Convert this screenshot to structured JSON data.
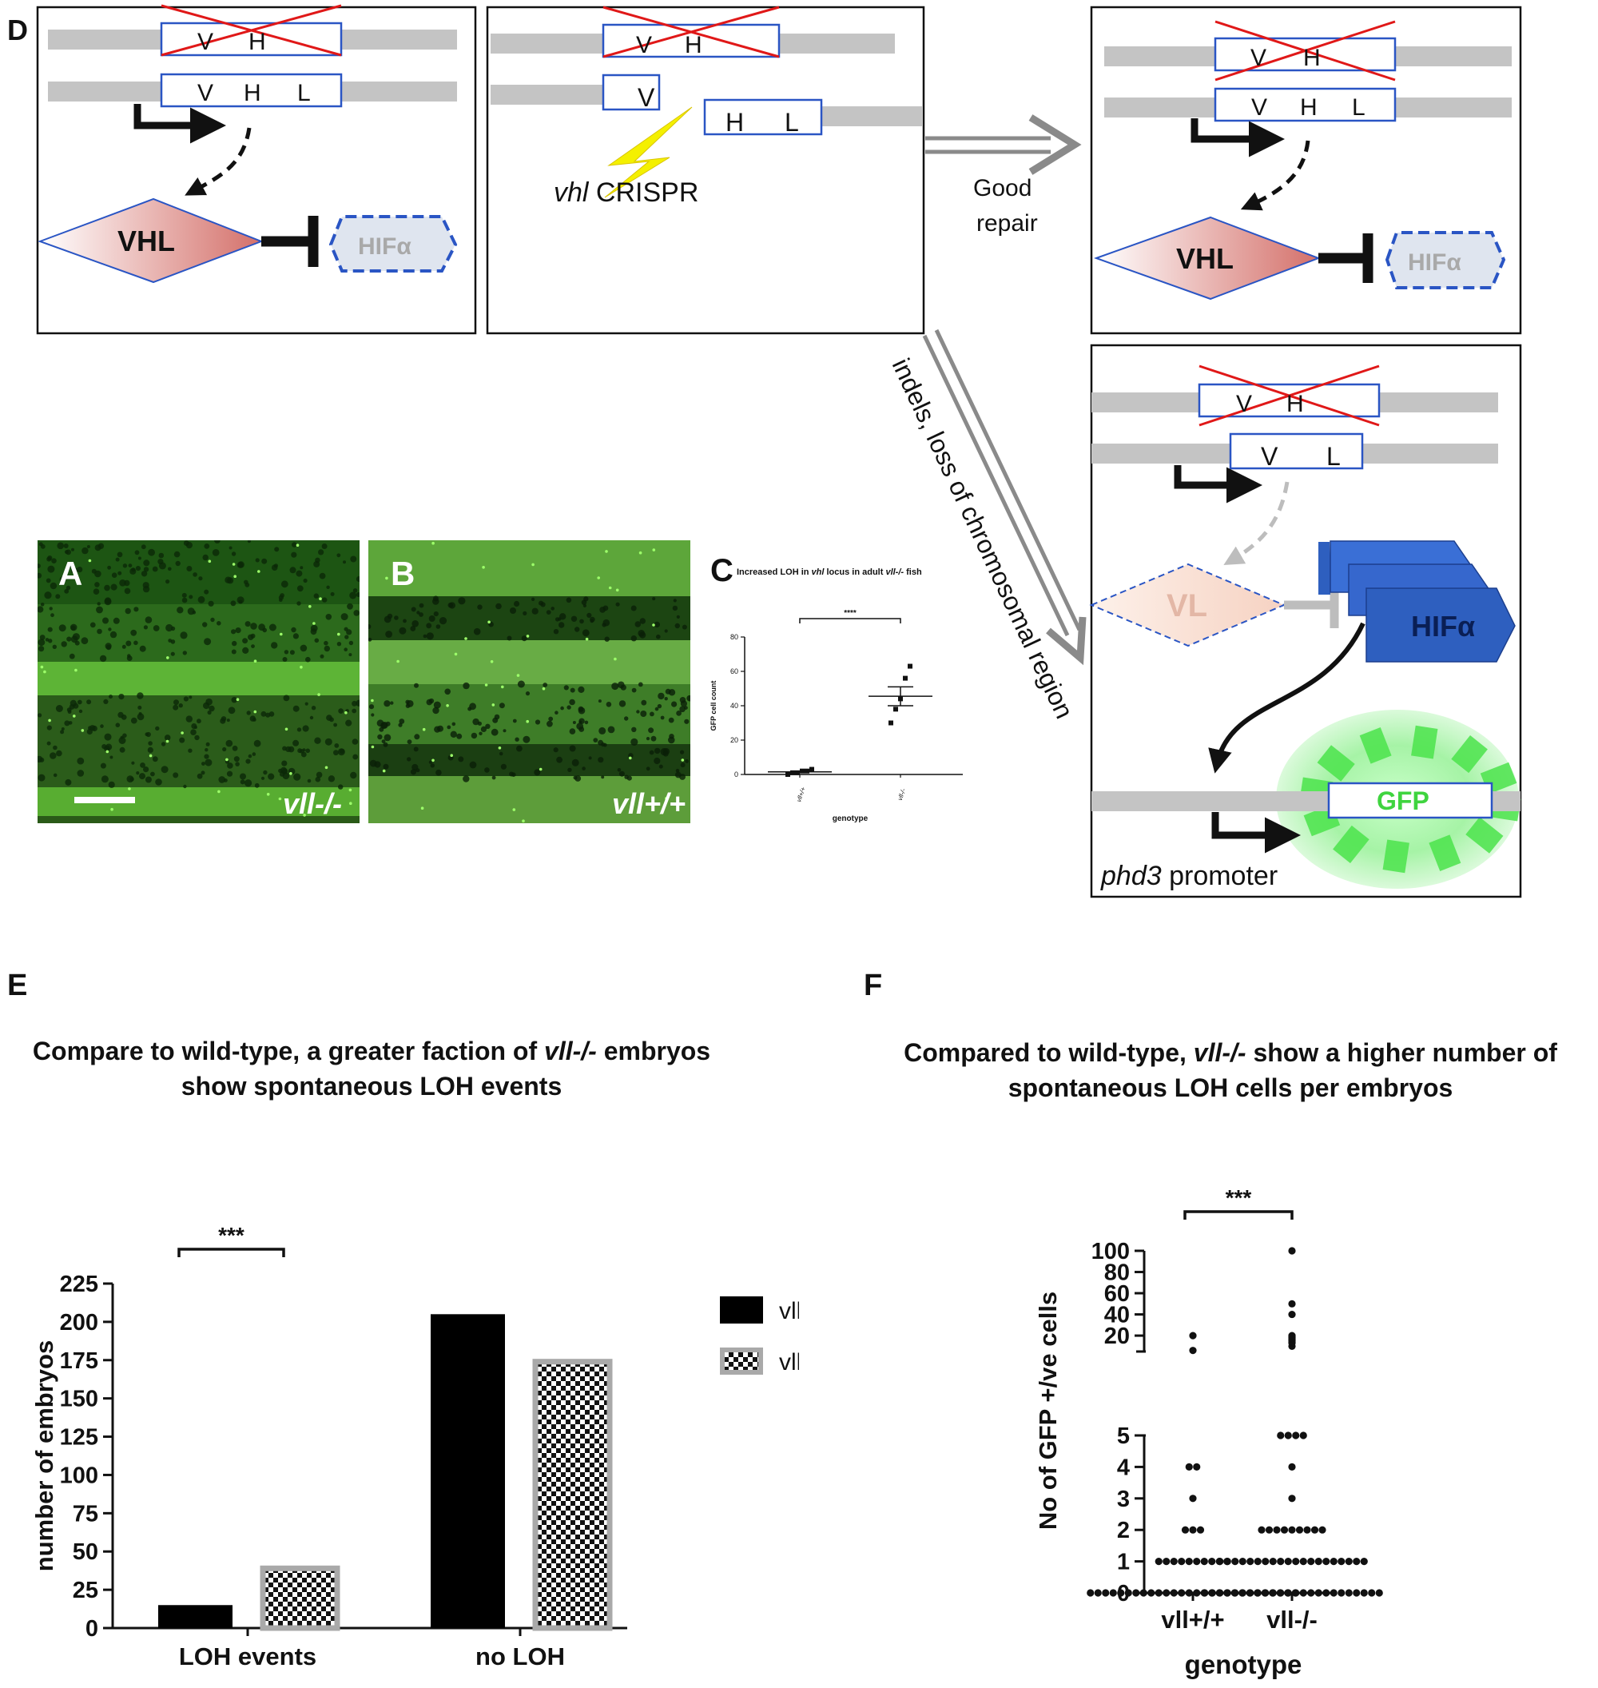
{
  "panel_labels": {
    "a": "A",
    "b": "B",
    "c": "C",
    "d": "D",
    "e": "E",
    "f": "F"
  },
  "diagram_d": {
    "letter_v": "V",
    "letter_h": "H",
    "letter_l": "L",
    "protein_vhl": "VHL",
    "protein_hif": "HIFα",
    "protein_vl": "VL",
    "crispr_italic": "vhl",
    "crispr_text": " CRISPR",
    "good_repair": [
      "Good",
      "repair"
    ],
    "indels_label": "indels, loss of chromosomal region",
    "gfp": "GFP",
    "promoter_italic": "phd3",
    "promoter_text": " promoter"
  },
  "micrographs": {
    "a": {
      "genotype": "vll-/-"
    },
    "b": {
      "genotype": "vll+/+"
    }
  },
  "colors": {
    "fluorescence_green": "#1f7a14",
    "vhl_fill": "#d4706a",
    "hif_fill": "#2e5fbf",
    "gfp_green": "#4be34b",
    "chromatin_grey": "#c4c4c4",
    "box_blue": "#2a55c4",
    "cross_red": "#e01818",
    "crispr_yellow": "#f4f000"
  },
  "chart_data": [
    {
      "panel": "C",
      "type": "scatter",
      "title_parts": [
        "Increased LOH in ",
        "vhl",
        " locus in adult ",
        "vll-/-",
        " fish"
      ],
      "ylabel": "GFP cell count",
      "xlabel": "genotype",
      "categories": [
        "vll+/+",
        "vll-/-"
      ],
      "yticks": [
        0,
        20,
        40,
        60,
        80
      ],
      "ylim": [
        0,
        80
      ],
      "series": [
        {
          "category": "vll+/+",
          "values": [
            0,
            1,
            1,
            2,
            2,
            3
          ],
          "mean": 1.5
        },
        {
          "category": "vll-/-",
          "values": [
            30,
            38,
            44,
            56,
            63
          ],
          "mean": 45.5,
          "error": 5.5
        }
      ],
      "significance": "****"
    },
    {
      "panel": "E",
      "type": "bar",
      "title_parts": [
        "Compare to wild-type, a greater faction of ",
        "vll-/-",
        " embryos",
        "show spontaneous LOH events"
      ],
      "ylabel": "number of embryos",
      "xlabel": "",
      "categories": [
        "LOH events",
        "no LOH"
      ],
      "series": [
        {
          "name": "vll+/+",
          "values": [
            15,
            205
          ]
        },
        {
          "name": "vll-/-",
          "values": [
            39,
            174
          ]
        }
      ],
      "ylim": [
        0,
        225
      ],
      "yticks": [
        0,
        25,
        50,
        75,
        100,
        125,
        150,
        175,
        200,
        225
      ],
      "significance": "***",
      "legend_position": "right"
    },
    {
      "panel": "F",
      "type": "scatter",
      "title_parts": [
        "Compared to wild-type, ",
        "vll-/-",
        " show a higher number of",
        "spontaneous LOH cells per embryos"
      ],
      "ylabel": "No of GFP +/ve cells",
      "xlabel": "genotype",
      "categories": [
        "vll+/+",
        "vll-/-"
      ],
      "axis_segments": {
        "lower": [
          0,
          5
        ],
        "upper": [
          5,
          100
        ]
      },
      "yticks_lower": [
        0,
        1,
        2,
        3,
        4,
        5
      ],
      "yticks_upper": [
        20,
        40,
        60,
        80,
        100
      ],
      "series": [
        {
          "category": "vll+/+",
          "values": [
            20,
            6,
            4,
            4,
            3,
            2,
            2,
            2,
            1,
            1,
            1,
            1,
            1,
            1,
            1,
            1,
            1,
            1,
            0,
            0,
            0,
            0,
            0,
            0,
            0,
            0,
            0,
            0,
            0,
            0,
            0,
            0,
            0,
            0,
            0,
            0,
            0,
            0,
            0,
            0,
            0,
            0,
            0,
            0,
            0,
            0
          ]
        },
        {
          "category": "vll-/-",
          "values": [
            100,
            50,
            40,
            20,
            19,
            18,
            17,
            16,
            15,
            14,
            13,
            10,
            5,
            5,
            5,
            5,
            4,
            3,
            2,
            2,
            2,
            2,
            2,
            2,
            2,
            2,
            2,
            1,
            1,
            1,
            1,
            1,
            1,
            1,
            1,
            1,
            1,
            1,
            1,
            1,
            1,
            1,
            1,
            1,
            1,
            1,
            1,
            0,
            0,
            0,
            0,
            0,
            0,
            0,
            0,
            0,
            0,
            0,
            0,
            0,
            0,
            0,
            0,
            0,
            0,
            0,
            0,
            0,
            0,
            0,
            0
          ]
        }
      ],
      "significance": "***"
    }
  ]
}
